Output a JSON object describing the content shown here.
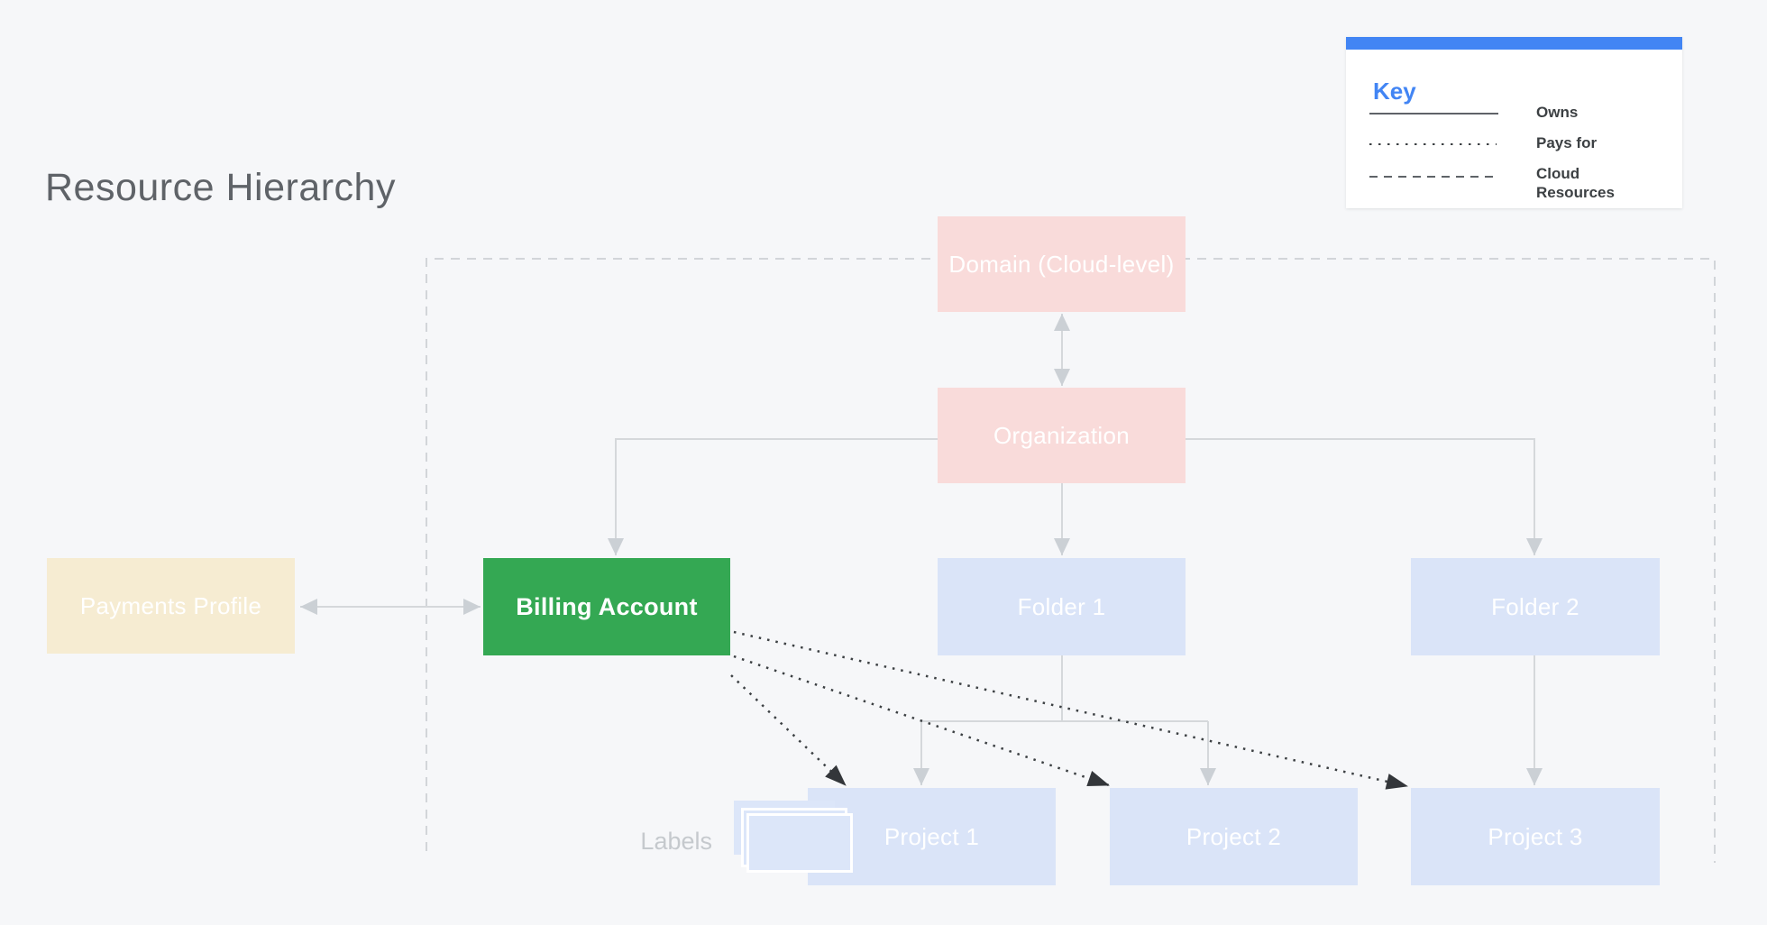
{
  "title": "Resource Hierarchy",
  "key": {
    "heading": "Key",
    "items": [
      {
        "label": "Owns",
        "line_style": "solid"
      },
      {
        "label": "Pays for",
        "line_style": "dotted"
      },
      {
        "label": "Cloud Resources",
        "line_style": "dashed"
      }
    ]
  },
  "nodes": {
    "domain": {
      "label": "Domain (Cloud-level)",
      "color": "#f9dbda"
    },
    "organization": {
      "label": "Organization",
      "color": "#f9dbda"
    },
    "payments_profile": {
      "label": "Payments Profile",
      "color": "#f6ecd2"
    },
    "billing_account": {
      "label": "Billing Account",
      "color": "#34a853"
    },
    "folder1": {
      "label": "Folder 1",
      "color": "#dae4f8"
    },
    "folder2": {
      "label": "Folder 2",
      "color": "#dae4f8"
    },
    "project1": {
      "label": "Project 1",
      "color": "#dae4f8"
    },
    "project2": {
      "label": "Project 2",
      "color": "#dae4f8"
    },
    "project3": {
      "label": "Project 3",
      "color": "#dae4f8"
    }
  },
  "annotations": {
    "labels_tag": "Labels"
  },
  "colors": {
    "accent_blue": "#4285f4",
    "key_title_blue": "#4285f4",
    "node_pink": "#f9dbda",
    "node_cream": "#f6ecd2",
    "node_green": "#34a853",
    "node_blue": "#dae4f8",
    "connector_gray": "#d5d8db",
    "arrowhead_gray": "#cbd0d5",
    "dotted_black": "#3c4043",
    "title_gray": "#5f6368",
    "background": "#f6f7f9"
  }
}
